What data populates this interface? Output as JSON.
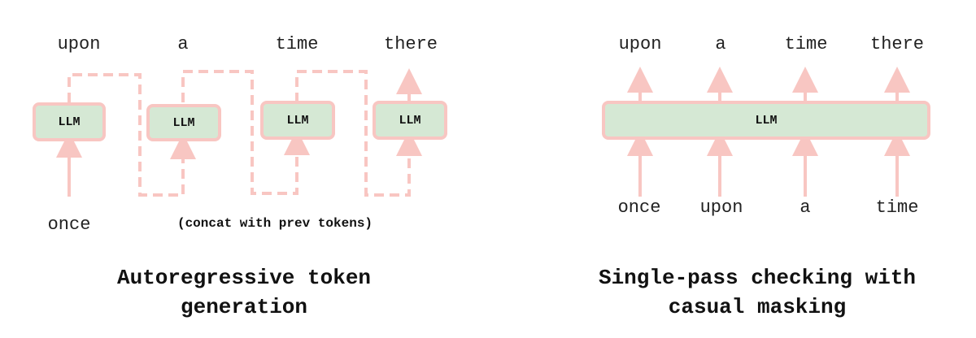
{
  "left": {
    "outputs": [
      "upon",
      "a",
      "time",
      "there"
    ],
    "input": "once",
    "llm_label": "LLM",
    "note": "(concat with prev tokens)",
    "caption_line1": "Autoregressive token",
    "caption_line2": "generation"
  },
  "right": {
    "outputs": [
      "upon",
      "a",
      "time",
      "there"
    ],
    "inputs": [
      "once",
      "upon",
      "a",
      "time"
    ],
    "llm_label": "LLM",
    "caption_line1": "Single-pass checking with",
    "caption_line2": "casual masking"
  },
  "colors": {
    "box_fill": "#d5e8d4",
    "box_border": "#f8c6c2",
    "arrow": "#f8c6c2",
    "text": "#222222"
  }
}
